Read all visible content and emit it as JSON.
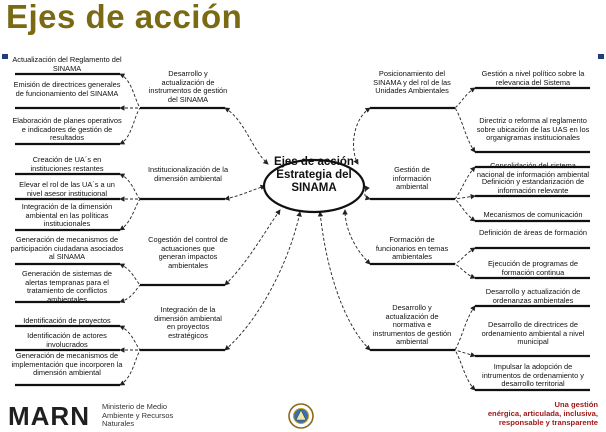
{
  "title": "Ejes de acción",
  "center": "Ejes de acción Estrategia del SINAMA",
  "left_axes": [
    {
      "label": "Desarrollo  y actualización de instrumentos de gestión del SINAMA",
      "items": [
        "Actualización del Reglamento del SINAMA",
        "Emisión de directrices generales de funcionamiento del SINAMA",
        "Elaboración de planes operativos e indicadores de gestión de resultados"
      ]
    },
    {
      "label": "Institucionalización de la dimensión ambiental",
      "items": [
        "Creación de UA´s en instituciones restantes",
        "Elevar el rol de las UA´s a un nivel asesor institucional",
        "Integración de la dimensión ambiental en las políticas institucionales"
      ]
    },
    {
      "label": "Cogestión del control de actuaciones que generan impactos ambientales",
      "items": [
        "Generación de mecanismos de participación ciudadana asociados al SINAMA",
        "Generación de sistemas de alertas tempranas para el tratamiento de conflictos ambientales"
      ]
    },
    {
      "label": "Integración de la dimensión ambiental en proyectos estratégicos",
      "items": [
        "Identificación de proyectos",
        "Identificación de actores involucrados",
        "Generación de mecanismos de implementación que incorporen la dimensión ambiental"
      ]
    }
  ],
  "right_axes": [
    {
      "label": "Posicionamiento del SINAMA y del rol de las Unidades Ambientales",
      "items": [
        "Gestión a nivel político sobre la relevancia del Sistema",
        "Directriz o reforma al reglamento sobre ubicación de las UAS en los organigramas institucionales"
      ]
    },
    {
      "label": "Gestión de información ambiental",
      "items": [
        "Consolidación del sistema nacional de información ambiental",
        "Definición y estandarización de información relevante",
        "Mecanismos de comunicación"
      ]
    },
    {
      "label": "Formación de funcionarios en temas ambientales",
      "items": [
        "Definición de áreas de formación",
        "Ejecución de programas de formación continua"
      ]
    },
    {
      "label": "Desarrollo y actualización de normativa e instrumentos de gestión ambiental",
      "items": [
        "Desarrollo y actualización de ordenanzas ambientales",
        "Desarrollo de directrices de ordenamiento ambiental a nivel municipal",
        "Impulsar la adopción de intrumentos de ordenamiento y desarrollo territorial"
      ]
    }
  ],
  "footer": {
    "brand": "MARN",
    "ministry": [
      "Ministerio de Medio",
      "Ambiente y Recursos",
      "Naturales"
    ],
    "slogan": [
      "Una gestión",
      "enérgica, articulada, inclusiva,",
      "responsable y transparente"
    ]
  }
}
